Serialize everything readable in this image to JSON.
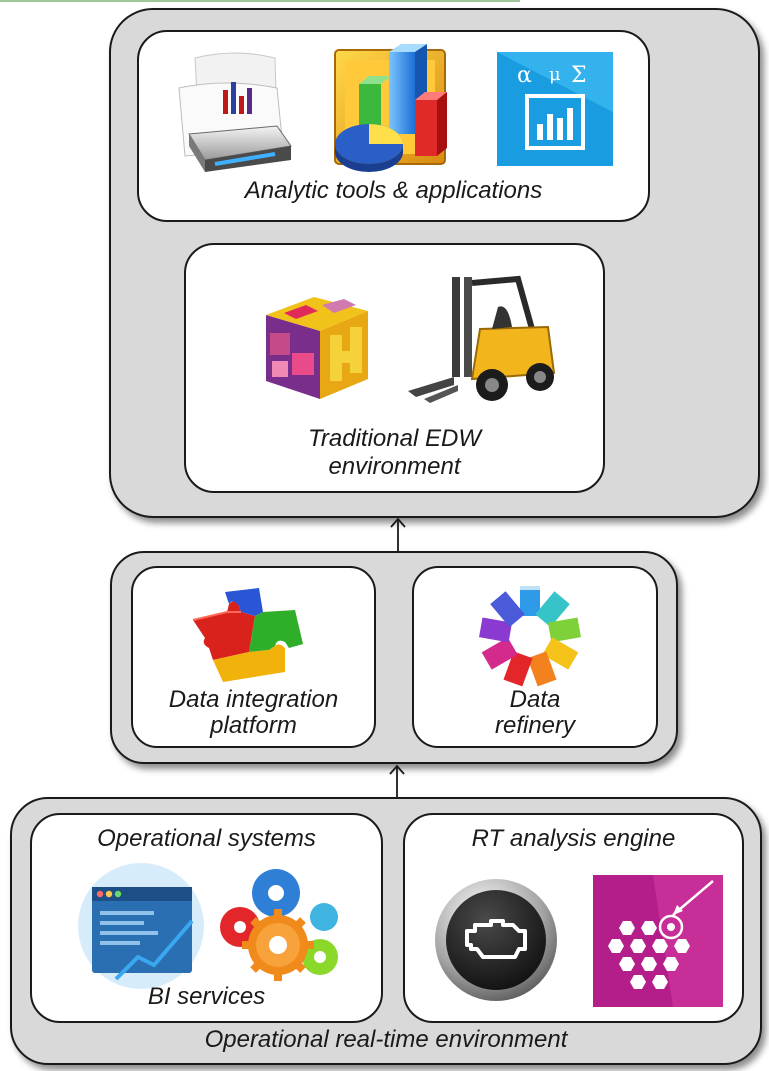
{
  "layers": {
    "analytics": {
      "tools_label": "Analytic tools & applications",
      "edw_label_line1": "Traditional EDW",
      "edw_label_line2": "environment"
    },
    "integration": {
      "platform_label_line1": "Data integration",
      "platform_label_line2": "platform",
      "refinery_label_line1": "Data",
      "refinery_label_line2": "refinery"
    },
    "operational": {
      "systems_label": "Operational systems",
      "bi_label": "BI services",
      "rt_label": "RT analysis engine",
      "environment_label": "Operational real-time environment"
    }
  },
  "icons": [
    "printer-chart-icon",
    "3d-chart-icon",
    "statistics-icon",
    "puzzle-cube-icon",
    "forklift-icon",
    "puzzle-pieces-icon",
    "refinery-arrows-icon",
    "dashboard-window-icon",
    "gears-icon",
    "engine-warning-icon",
    "hexagon-network-icon"
  ],
  "colors": {
    "outer_fill": "#d9d9d9",
    "inner_fill": "#ffffff",
    "stroke": "#1a1a1a"
  }
}
